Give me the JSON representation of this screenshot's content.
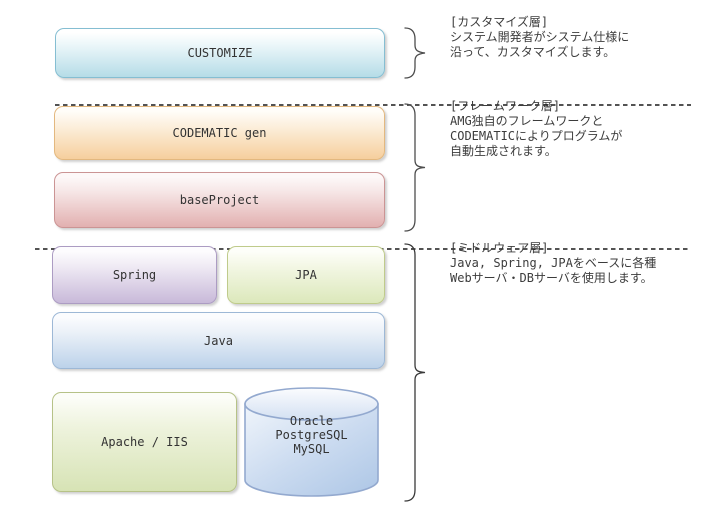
{
  "boxes": {
    "customize": {
      "label": "CUSTOMIZE",
      "fill": "#b5dce7",
      "border": "#85bed2"
    },
    "codematic_gen": {
      "label": "CODEMATIC gen",
      "fill": "#f6cf9d",
      "border": "#e3b87f"
    },
    "base_project": {
      "label": "baseProject",
      "fill": "#e2b0b0",
      "border": "#cb9494"
    },
    "spring": {
      "label": "Spring",
      "fill": "#c8b9d9",
      "border": "#ac9cc3"
    },
    "jpa": {
      "label": "JPA",
      "fill": "#dce8bb",
      "border": "#bfcb8b"
    },
    "java": {
      "label": "Java",
      "fill": "#bcd2ea",
      "border": "#9db8d6"
    },
    "apache_iis": {
      "label": "Apache / IIS",
      "fill": "#d7e3b5",
      "border": "#b6c287"
    }
  },
  "database_cylinder": {
    "line1": "Oracle",
    "line2": "PostgreSQL",
    "line3": "MySQL",
    "fill": "#bed2ec",
    "border": "#93a9cf"
  },
  "annotations": {
    "customize_layer": {
      "title": "[カスタマイズ層]",
      "line1": "システム開発者がシステム仕様に",
      "line2": "沿って、カスタマイズします。"
    },
    "framework_layer": {
      "title": "[フレームワーク層]",
      "line1": "AMG独自のフレームワークと",
      "line2": "CODEMATICによりプログラムが",
      "line3": "自動生成されます。"
    },
    "middleware_layer": {
      "title": "[ミドルウェア層]",
      "line1": "Java, Spring, JPAをベースに各種",
      "line2": "Webサーバ・DBサーバを使用します。"
    }
  }
}
